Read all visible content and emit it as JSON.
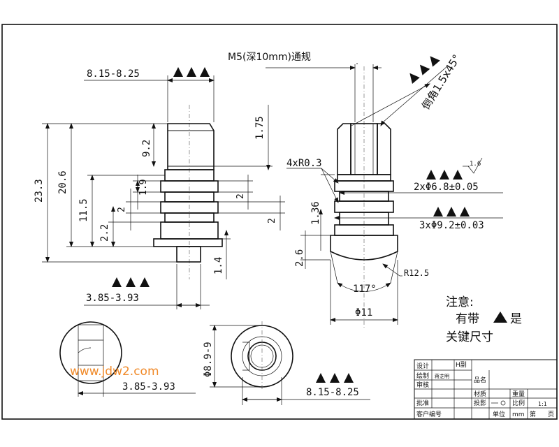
{
  "dims": {
    "top_range_left": "8.15-8.25",
    "d_23_3": "23.3",
    "d_20_6": "20.6",
    "d_11_5": "11.5",
    "d_9_2": "9.2",
    "d_1_9": "1.9",
    "d_2_a": "2",
    "d_2_2": "2.2",
    "d_1_75": "1.75",
    "d_2_b": "2",
    "d_2_c": "2",
    "d_1_4": "1.4",
    "bottom_range_left": "3.85-3.93",
    "thread": "M5(深10mm)通规",
    "chamfer": "倒角1.5x45°",
    "fillet": "4xR0.3",
    "roughness": "1.6",
    "d_1_36": "1.36",
    "d_2_6": "2.6",
    "dia_6_8": "2xΦ6.8±0.05",
    "dia_9_2": "3xΦ9.2±0.03",
    "r_12_5": "R12.5",
    "angle": "117°",
    "dia_11": "Φ11",
    "dia_8_9": "Φ8.9-9",
    "bottom_range_mid": "3.85-3.93",
    "bottom_range_right": "8.15-8.25"
  },
  "note": {
    "title": "注意:",
    "line1_a": "有带",
    "line1_b": "是",
    "line2": "关键尺寸"
  },
  "watermark": "www.jdw2.com",
  "title_block": {
    "r1": "设计",
    "r2": "绘制",
    "r2_name": "蒋芝明",
    "r3": "审核",
    "r4": "批准",
    "r5": "客户编号",
    "mark": "H副",
    "pin": "品名",
    "material": "材质",
    "weight": "重量",
    "projection": "投影",
    "scale": "比例",
    "scale_val": "1:1",
    "unit": "单位",
    "unit_val": "mm",
    "page": "第",
    "page_end": "页"
  },
  "colors": {
    "line": "#111111",
    "watermark": "#f08a2a"
  }
}
